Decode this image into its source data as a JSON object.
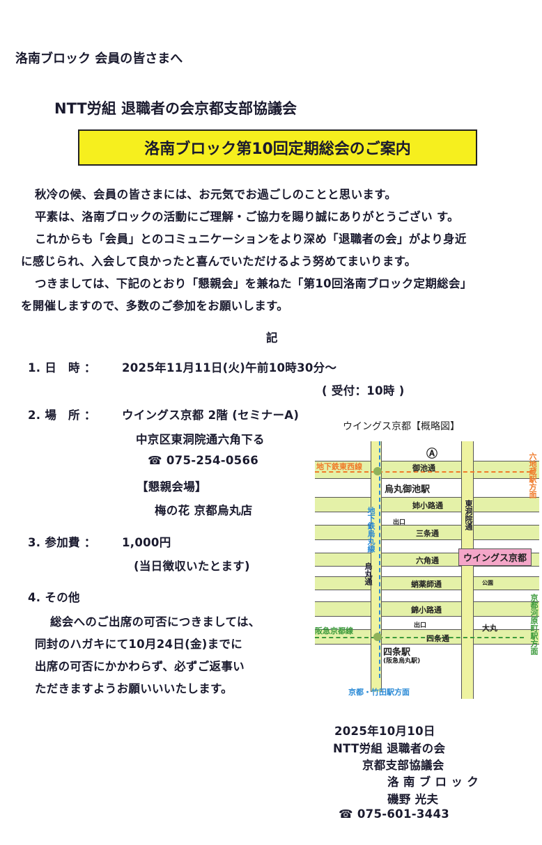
{
  "greeting": "洛南ブロック 会員の皆さまへ",
  "organization": "NTT労組 退職者の会京都支部協議会",
  "title": "洛南ブロック第10回定期総会のご案内",
  "body": [
    "秋冷の候、会員の皆さまには、お元気でお過ごしのことと思います。",
    "平素は、洛南ブロックの活動にご理解・ご協力を賜り誠にありがとうござい す。",
    "これからも「会員」とのコミュニケーションをより深め「退職者の会」がより身近",
    "に感じられ、入会して良かったと喜んでいただけるよう努めてまいります。",
    "つきましては、下記のとおり「懇親会」を兼ねた「第10回洛南ブロック定期総会」",
    "を開催しますので、多数のご参加をお願いします。"
  ],
  "ki": "記",
  "items": {
    "datetime": {
      "label": "1. 日　時 ：",
      "value": "2025年11月11日(火)午前10時30分～",
      "reception": "( 受付：10時 )"
    },
    "place": {
      "label": "2. 場　所 ：",
      "value": "ウイングス京都 2階 (セミナーA)",
      "address": "中京区東洞院通六角下る",
      "phone": "075-254-0566",
      "party_label": "【懇親会場】",
      "party_venue": "梅の花 京都烏丸店"
    },
    "fee": {
      "label": "3. 参加費 ：",
      "value": "1,000円",
      "note": "(当日徴収いたとます)"
    },
    "other": {
      "label": "4. その他",
      "lines": [
        "総会へのご出席の可否につきましては、",
        "同封のハガキにて10月24日(金)までに",
        "出席の可否にかかわらず、必ずご返事い",
        "ただきますようお願いいいたします。"
      ]
    }
  },
  "map": {
    "title": "ウイングス京都【概略図】",
    "roads": [
      "御池通",
      "姉小路通",
      "三条通",
      "六角通",
      "蛸薬師通",
      "錦小路通",
      "四条通"
    ],
    "vroads": [
      "烏丸通",
      "東洞院通"
    ],
    "lines": [
      "地下鉄東西線",
      "地下鉄烏丸線",
      "阪急京都線"
    ],
    "directions": [
      "六地蔵駅方面",
      "京都河原町駅方面",
      "京都・竹田駅方面"
    ],
    "stations": [
      "烏丸御池駅",
      "四条駅",
      "(阪急烏丸駅)"
    ],
    "landmarks": [
      "ウイングス京都",
      "大丸",
      "出口",
      "出口",
      "公園"
    ]
  },
  "signature": {
    "date": "2025年10月10日",
    "org1": "NTT労組 退職者の会",
    "org2": "京都支部協議会",
    "block": "洛 南 ブ ロ ッ ク",
    "name": "磯野 光夫",
    "phone": "075-601-3443"
  },
  "colors": {
    "banner": "#f6ef1e",
    "road": "#e4f1a8",
    "orange": "#f07a2a",
    "green": "#3c9a3c",
    "blue": "#2a8ad6"
  }
}
